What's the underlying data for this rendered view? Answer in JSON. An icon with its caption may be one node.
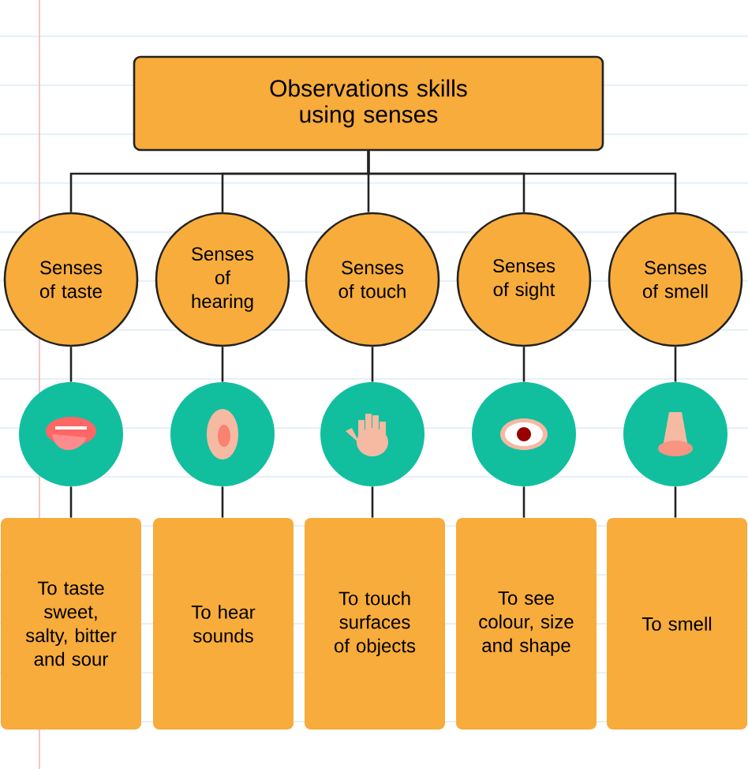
{
  "diagram": {
    "nodes": [
      {
        "text": [
          "Observations skills using senses"
        ]
      },
      {
        "text": [
          "Senses of taste"
        ]
      },
      {
        "text": [
          "Senses of hearing"
        ]
      },
      {
        "text": [
          "Senses of touch"
        ]
      },
      {
        "text": [
          "Senses of sight"
        ]
      },
      {
        "text": [
          "Senses of smell"
        ]
      },
      {
        "text": [],
        "shape": "picture"
      },
      {
        "text": [],
        "shape": "picture"
      },
      {
        "text": [],
        "shape": "picture"
      },
      {
        "text": [],
        "shape": "picture"
      },
      {
        "text": [],
        "shape": "picture"
      },
      {
        "text": [
          "To taste sweet, salty, bitter and sour"
        ]
      },
      {
        "text": [
          "To hear sounds"
        ]
      },
      {
        "text": [
          "To touch surfaces of objects"
        ]
      },
      {
        "text": [
          "To see colour, size and shape"
        ]
      },
      {
        "text": [
          "To smell"
        ]
      }
    ],
    "edges": [
      {
        "from": 0,
        "to": 1,
        "arrow": "none"
      },
      {
        "from": 0,
        "to": 2,
        "arrow": "none"
      },
      {
        "from": 0,
        "to": 3,
        "arrow": "none"
      },
      {
        "from": 0,
        "to": 4,
        "arrow": "none"
      },
      {
        "from": 0,
        "to": 5,
        "arrow": "none"
      },
      {
        "from": 1,
        "to": 6,
        "arrow": "none"
      },
      {
        "from": 2,
        "to": 7,
        "arrow": "none"
      },
      {
        "from": 3,
        "to": 8,
        "arrow": "none"
      },
      {
        "from": 4,
        "to": 9,
        "arrow": "none"
      },
      {
        "from": 5,
        "to": 10,
        "arrow": "none"
      },
      {
        "from": 6,
        "to": 11,
        "arrow": "none"
      },
      {
        "from": 7,
        "to": 12,
        "arrow": "none"
      },
      {
        "from": 8,
        "to": 13,
        "arrow": "none"
      },
      {
        "from": 9,
        "to": 14,
        "arrow": "none"
      },
      {
        "from": 10,
        "to": 15,
        "arrow": "none"
      }
    ]
  }
}
